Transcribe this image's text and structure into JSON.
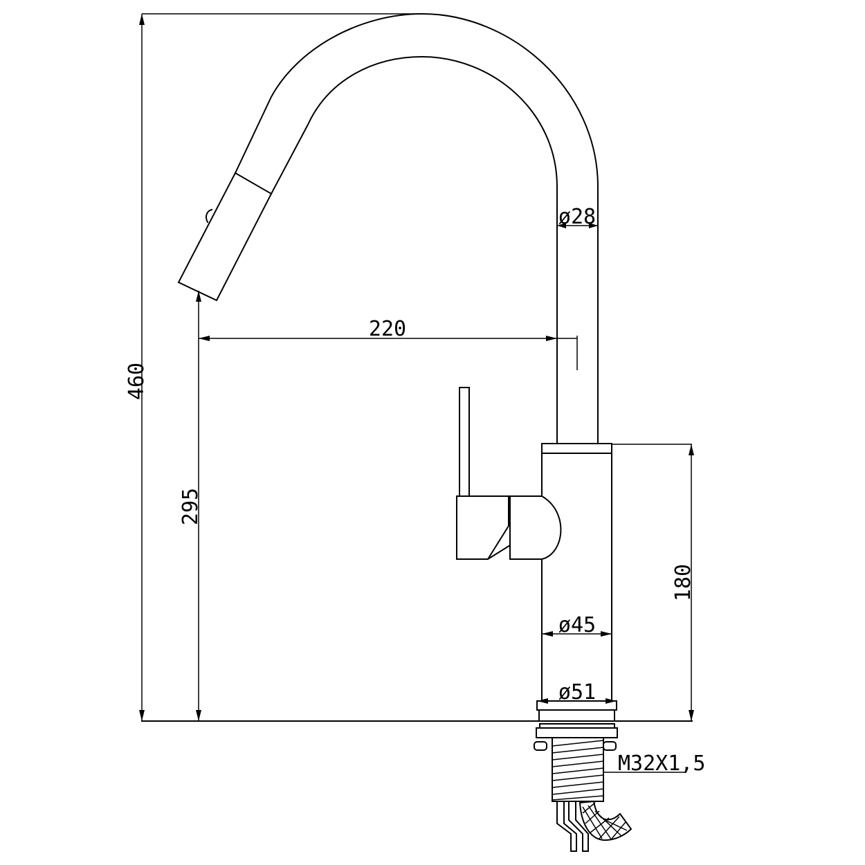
{
  "diagram": {
    "dimensions": {
      "total_height": "460",
      "spout_height": "295",
      "spout_reach": "220",
      "spout_diameter": "ø28",
      "body_height": "180",
      "body_diameter": "ø45",
      "base_diameter": "ø51",
      "thread": "M32X1,5"
    },
    "line_color": "#000000",
    "background_color": "#ffffff"
  }
}
